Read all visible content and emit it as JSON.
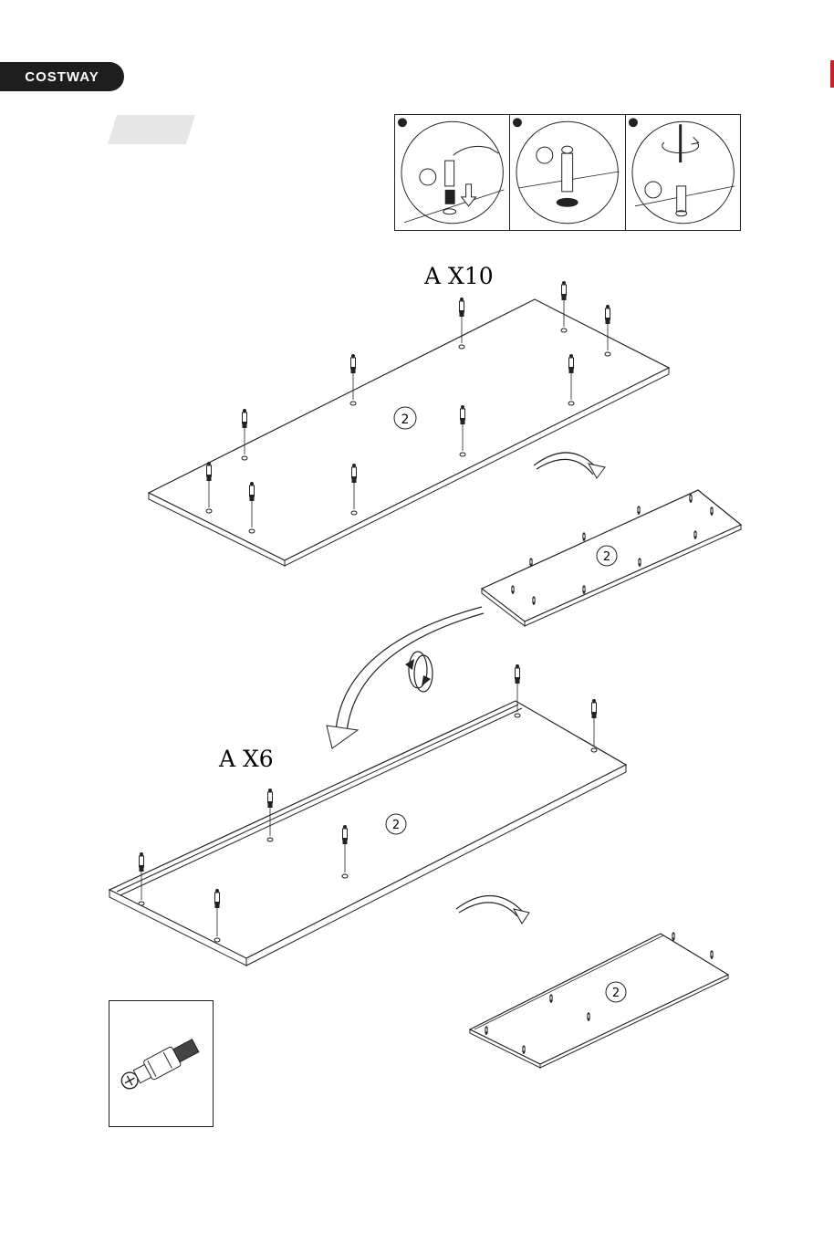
{
  "header": {
    "brand": "COSTWAY"
  },
  "steps": {
    "qty_top": "A X10",
    "qty_bottom": "A X6"
  },
  "panel_labels": {
    "p1": "2",
    "p2": "2",
    "p3": "2",
    "p4": "2"
  },
  "icons": [
    "cam-bolt-icon",
    "rotate-arrow-icon",
    "curved-arrow-icon",
    "flip-icon"
  ]
}
